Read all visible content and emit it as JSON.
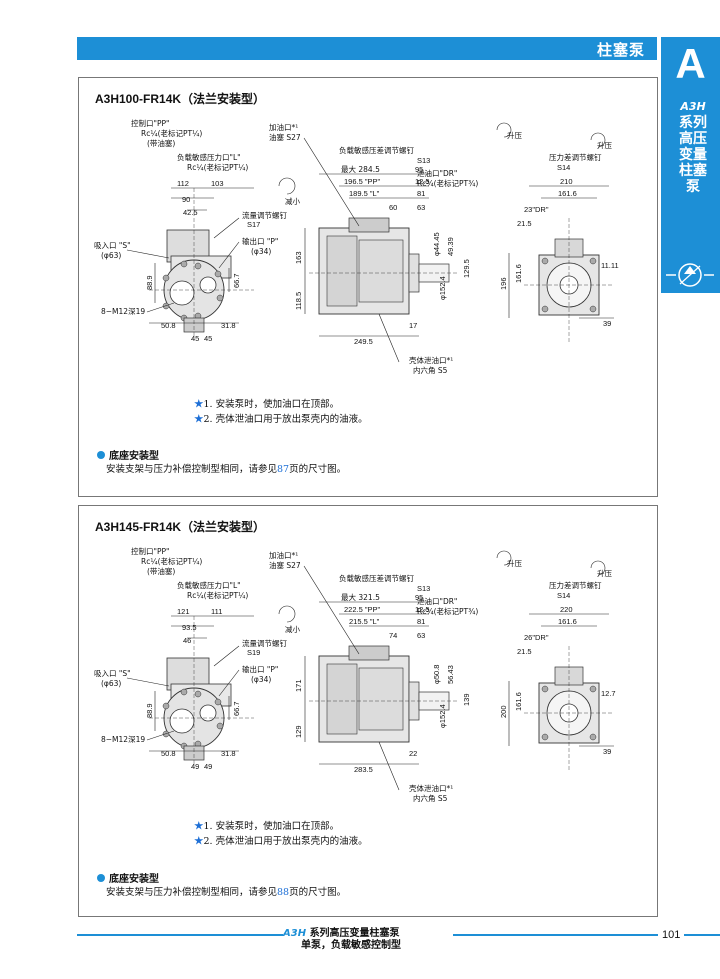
{
  "header": {
    "title": "柱塞泵"
  },
  "tab": {
    "letter": "A",
    "logo": "A3H",
    "lines": [
      "系列",
      "高压",
      "变量",
      "柱塞",
      "泵"
    ]
  },
  "panels": [
    {
      "title": "A3H100-FR14K（法兰安装型）",
      "labels": {
        "pp_port": "控制口\"PP\"",
        "pp_rc": "Rc¼(老标记PT¼)",
        "pp_plug": "(带油塞)",
        "l_port": "负载敏感压力口\"L\"",
        "l_rc": "Rc¼(老标记PT¼)",
        "fill_port": "加油口*¹",
        "fill_plug": "油塞 S27",
        "ls_screw": "负载敏感压差调节螺钉",
        "ls_code": "S13",
        "diff_screw": "压力差调节螺钉",
        "diff_code": "S14",
        "flow_screw": "流量调节螺钉",
        "flow_code": "S17",
        "suction": "吸入口 \"S\"",
        "suction_d": "(φ63)",
        "outlet": "输出口 \"P\"",
        "outlet_d": "(φ34)",
        "bolt": "8−M12深19",
        "dr": "泄油口\"DR\"",
        "dr_rc": "Rc¾(老标记PT¾)",
        "drain": "壳体泄油口*¹",
        "drain_hex": "内六角 S5",
        "reduce": "减小",
        "rise": "升压",
        "rise2": "升压"
      },
      "dims": {
        "d112": "112",
        "d103": "103",
        "d90": "90",
        "d425": "42.5",
        "d889": "88.9",
        "d667": "66.7",
        "d508": "50.8",
        "d318": "31.8",
        "d45a": "45",
        "d45b": "45",
        "d163": "163",
        "d1185": "118.5",
        "d2845": "最大 284.5",
        "d1965": "196.5 \"PP\"",
        "d1895": "189.5 \"L\"",
        "d95": "95",
        "d125": "12.5",
        "d81": "81",
        "d60": "60",
        "d63": "63",
        "d2495": "249.5",
        "d17": "17",
        "shaft1": "φ44.45",
        "shaft2": "49.39",
        "shaft3": "φ152.4",
        "d1295": "129.5",
        "d210": "210",
        "d1616a": "161.6",
        "d23dr": "23\"DR\"",
        "d215": "21.5",
        "d196": "196",
        "d1616b": "161.6",
        "d39": "39",
        "key": "11.11"
      },
      "notes": [
        "1. 安装泵时，使加油口在顶部。",
        "2. 壳体泄油口用于放出泵壳内的油液。"
      ],
      "base_title": "底座安装型",
      "base_text_pre": "安装支架与压力补偿控制型相同，请参见",
      "base_page": "87",
      "base_text_post": "页的尺寸图。"
    },
    {
      "title": "A3H145-FR14K（法兰安装型）",
      "labels": {
        "pp_port": "控制口\"PP\"",
        "pp_rc": "Rc¼(老标记PT¼)",
        "pp_plug": "(带油塞)",
        "l_port": "负载敏感压力口\"L\"",
        "l_rc": "Rc¼(老标记PT¼)",
        "fill_port": "加油口*¹",
        "fill_plug": "油塞 S27",
        "ls_screw": "负载敏感压差调节螺钉",
        "ls_code": "S13",
        "diff_screw": "压力差调节螺钉",
        "diff_code": "S14",
        "flow_screw": "流量调节螺钉",
        "flow_code": "S19",
        "suction": "吸入口 \"S\"",
        "suction_d": "(φ63)",
        "outlet": "输出口 \"P\"",
        "outlet_d": "(φ34)",
        "bolt": "8−M12深19",
        "dr": "泄油口\"DR\"",
        "dr_rc": "Rc¾(老标记PT¾)",
        "drain": "壳体泄油口*¹",
        "drain_hex": "内六角 S5",
        "reduce": "减小",
        "rise": "升压",
        "rise2": "升压"
      },
      "dims": {
        "d112": "121",
        "d103": "111",
        "d90": "93.5",
        "d425": "46",
        "d889": "88.9",
        "d667": "66.7",
        "d508": "50.8",
        "d318": "31.8",
        "d45a": "49",
        "d45b": "49",
        "d163": "171",
        "d1185": "129",
        "d2845": "最大 321.5",
        "d1965": "222.5 \"PP\"",
        "d1895": "215.5 \"L\"",
        "d95": "95",
        "d125": "12.5",
        "d81": "81",
        "d60": "74",
        "d63": "63",
        "d2495": "283.5",
        "d17": "22",
        "shaft1": "φ50.8",
        "shaft2": "56.43",
        "shaft3": "φ152.4",
        "d1295": "139",
        "d210": "220",
        "d1616a": "161.6",
        "d23dr": "26\"DR\"",
        "d215": "21.5",
        "d196": "200",
        "d1616b": "161.6",
        "d39": "39",
        "key": "12.7"
      },
      "notes": [
        "1. 安装泵时，使加油口在顶部。",
        "2. 壳体泄油口用于放出泵壳内的油液。"
      ],
      "base_title": "底座安装型",
      "base_text_pre": "安装支架与压力补偿控制型相同，请参见",
      "base_page": "88",
      "base_text_post": "页的尺寸图。"
    }
  ],
  "footer": {
    "logo": "A3H",
    "line1": "系列高压变量柱塞泵",
    "line2": "单泵，负载敏感控制型",
    "page": "101"
  },
  "colors": {
    "accent": "#1d8fd6"
  }
}
